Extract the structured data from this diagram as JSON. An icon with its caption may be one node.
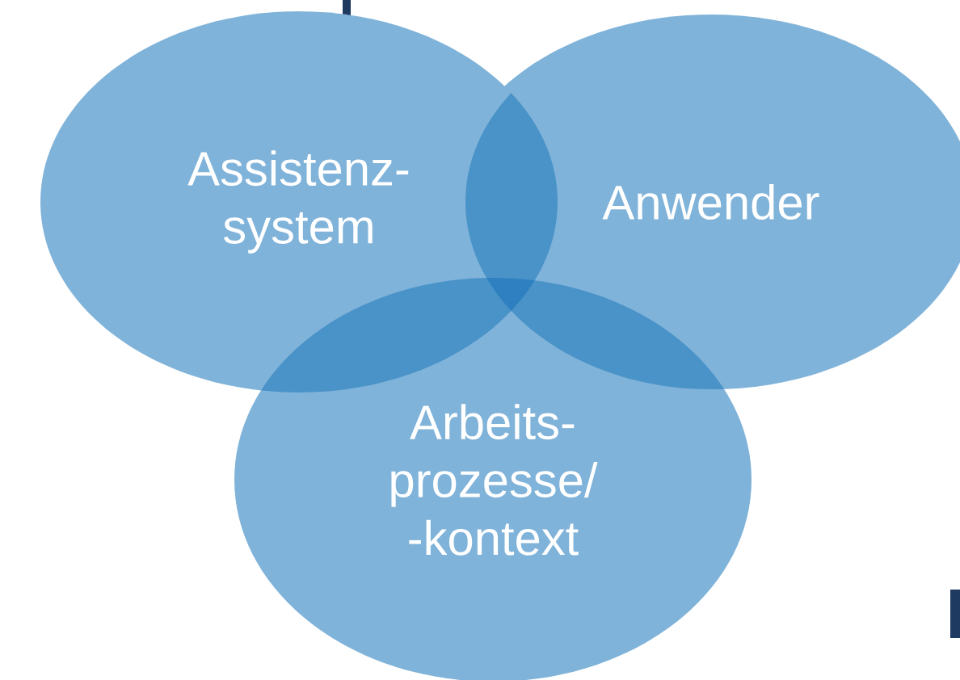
{
  "diagram": {
    "nodes": [
      {
        "text": [
          "Assistenz- system"
        ]
      },
      {
        "text": [
          "Anwender"
        ]
      },
      {
        "text": [
          "Arbeits- prozesse/ -kontext"
        ]
      }
    ]
  }
}
